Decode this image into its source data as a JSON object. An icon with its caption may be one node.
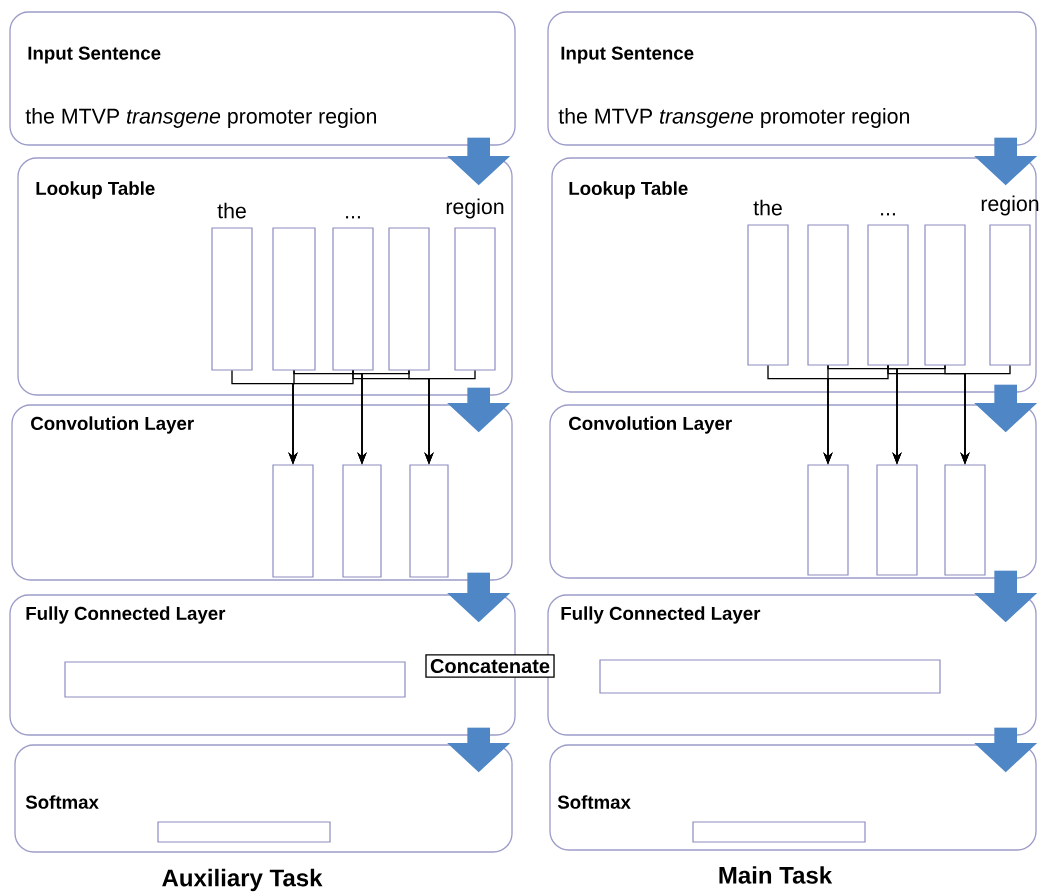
{
  "diagram": {
    "nodes": [
      {
        "text": [
          "Input Sentence",
          "the MTVP *transgene* promoter region"
        ]
      },
      {
        "text": [
          "Lookup Table"
        ]
      },
      {
        "text": [],
        "shape": "box",
        "in": 1,
        "beside": [
          "the"
        ]
      },
      {
        "text": [],
        "shape": "box",
        "in": 1
      },
      {
        "text": [],
        "shape": "box",
        "in": 1,
        "beside": [
          "..."
        ]
      },
      {
        "text": [],
        "shape": "box",
        "in": 1
      },
      {
        "text": [],
        "shape": "box",
        "in": 1,
        "beside": [
          "region"
        ]
      },
      {
        "text": [
          "Convolution Layer"
        ]
      },
      {
        "text": [],
        "shape": "box",
        "in": 7
      },
      {
        "text": [],
        "shape": "box",
        "in": 7
      },
      {
        "text": [],
        "shape": "box",
        "in": 7
      },
      {
        "text": [
          "Fully Connected Layer"
        ]
      },
      {
        "text": [],
        "shape": "box",
        "in": 11
      },
      {
        "text": [
          "Softmax"
        ]
      },
      {
        "text": [],
        "shape": "box",
        "in": 13
      },
      {
        "text": [
          "Input Sentence",
          "the MTVP *transgene* promoter region"
        ]
      },
      {
        "text": [
          "Lookup Table"
        ]
      },
      {
        "text": [],
        "shape": "box",
        "in": 16,
        "beside": [
          "the"
        ]
      },
      {
        "text": [],
        "shape": "box",
        "in": 16
      },
      {
        "text": [],
        "shape": "box",
        "in": 16,
        "beside": [
          "..."
        ]
      },
      {
        "text": [],
        "shape": "box",
        "in": 16
      },
      {
        "text": [],
        "shape": "box",
        "in": 16,
        "beside": [
          "region"
        ]
      },
      {
        "text": [
          "Convolution Layer"
        ]
      },
      {
        "text": [],
        "shape": "box",
        "in": 22
      },
      {
        "text": [],
        "shape": "box",
        "in": 22
      },
      {
        "text": [],
        "shape": "box",
        "in": 22
      },
      {
        "text": [
          "Fully Connected Layer"
        ]
      },
      {
        "text": [],
        "shape": "box",
        "in": 26
      },
      {
        "text": [
          "Softmax"
        ]
      },
      {
        "text": [],
        "shape": "box",
        "in": 28
      },
      {
        "text": [
          "Concatenate"
        ]
      }
    ],
    "edges": [
      {
        "from": 0,
        "to": 1,
        "arrow": "to",
        "style": "thick",
        "color": "#4f86c6"
      },
      {
        "from": 1,
        "to": 7,
        "arrow": "to",
        "style": "thick",
        "color": "#4f86c6"
      },
      {
        "from": 7,
        "to": 11,
        "arrow": "to",
        "style": "thick",
        "color": "#4f86c6"
      },
      {
        "from": 11,
        "to": 13,
        "arrow": "to",
        "style": "thick",
        "color": "#4f86c6"
      },
      {
        "from": 2,
        "to": 8,
        "arrow": "to"
      },
      {
        "from": 3,
        "to": 8,
        "arrow": "to"
      },
      {
        "from": 4,
        "to": 8,
        "arrow": "to"
      },
      {
        "from": 3,
        "to": 9,
        "arrow": "to"
      },
      {
        "from": 4,
        "to": 9,
        "arrow": "to"
      },
      {
        "from": 5,
        "to": 9,
        "arrow": "to"
      },
      {
        "from": 4,
        "to": 10,
        "arrow": "to"
      },
      {
        "from": 5,
        "to": 10,
        "arrow": "to"
      },
      {
        "from": 6,
        "to": 10,
        "arrow": "to"
      },
      {
        "from": 15,
        "to": 16,
        "arrow": "to",
        "style": "thick",
        "color": "#4f86c6"
      },
      {
        "from": 16,
        "to": 22,
        "arrow": "to",
        "style": "thick",
        "color": "#4f86c6"
      },
      {
        "from": 22,
        "to": 26,
        "arrow": "to",
        "style": "thick",
        "color": "#4f86c6"
      },
      {
        "from": 26,
        "to": 28,
        "arrow": "to",
        "style": "thick",
        "color": "#4f86c6"
      },
      {
        "from": 17,
        "to": 23,
        "arrow": "to"
      },
      {
        "from": 18,
        "to": 23,
        "arrow": "to"
      },
      {
        "from": 19,
        "to": 23,
        "arrow": "to"
      },
      {
        "from": 18,
        "to": 24,
        "arrow": "to"
      },
      {
        "from": 19,
        "to": 24,
        "arrow": "to"
      },
      {
        "from": 20,
        "to": 24,
        "arrow": "to"
      },
      {
        "from": 19,
        "to": 25,
        "arrow": "to"
      },
      {
        "from": 20,
        "to": 25,
        "arrow": "to"
      },
      {
        "from": 21,
        "to": 25,
        "arrow": "to"
      }
    ],
    "labels": [
      "Auxiliary Task",
      "Main Task"
    ]
  }
}
